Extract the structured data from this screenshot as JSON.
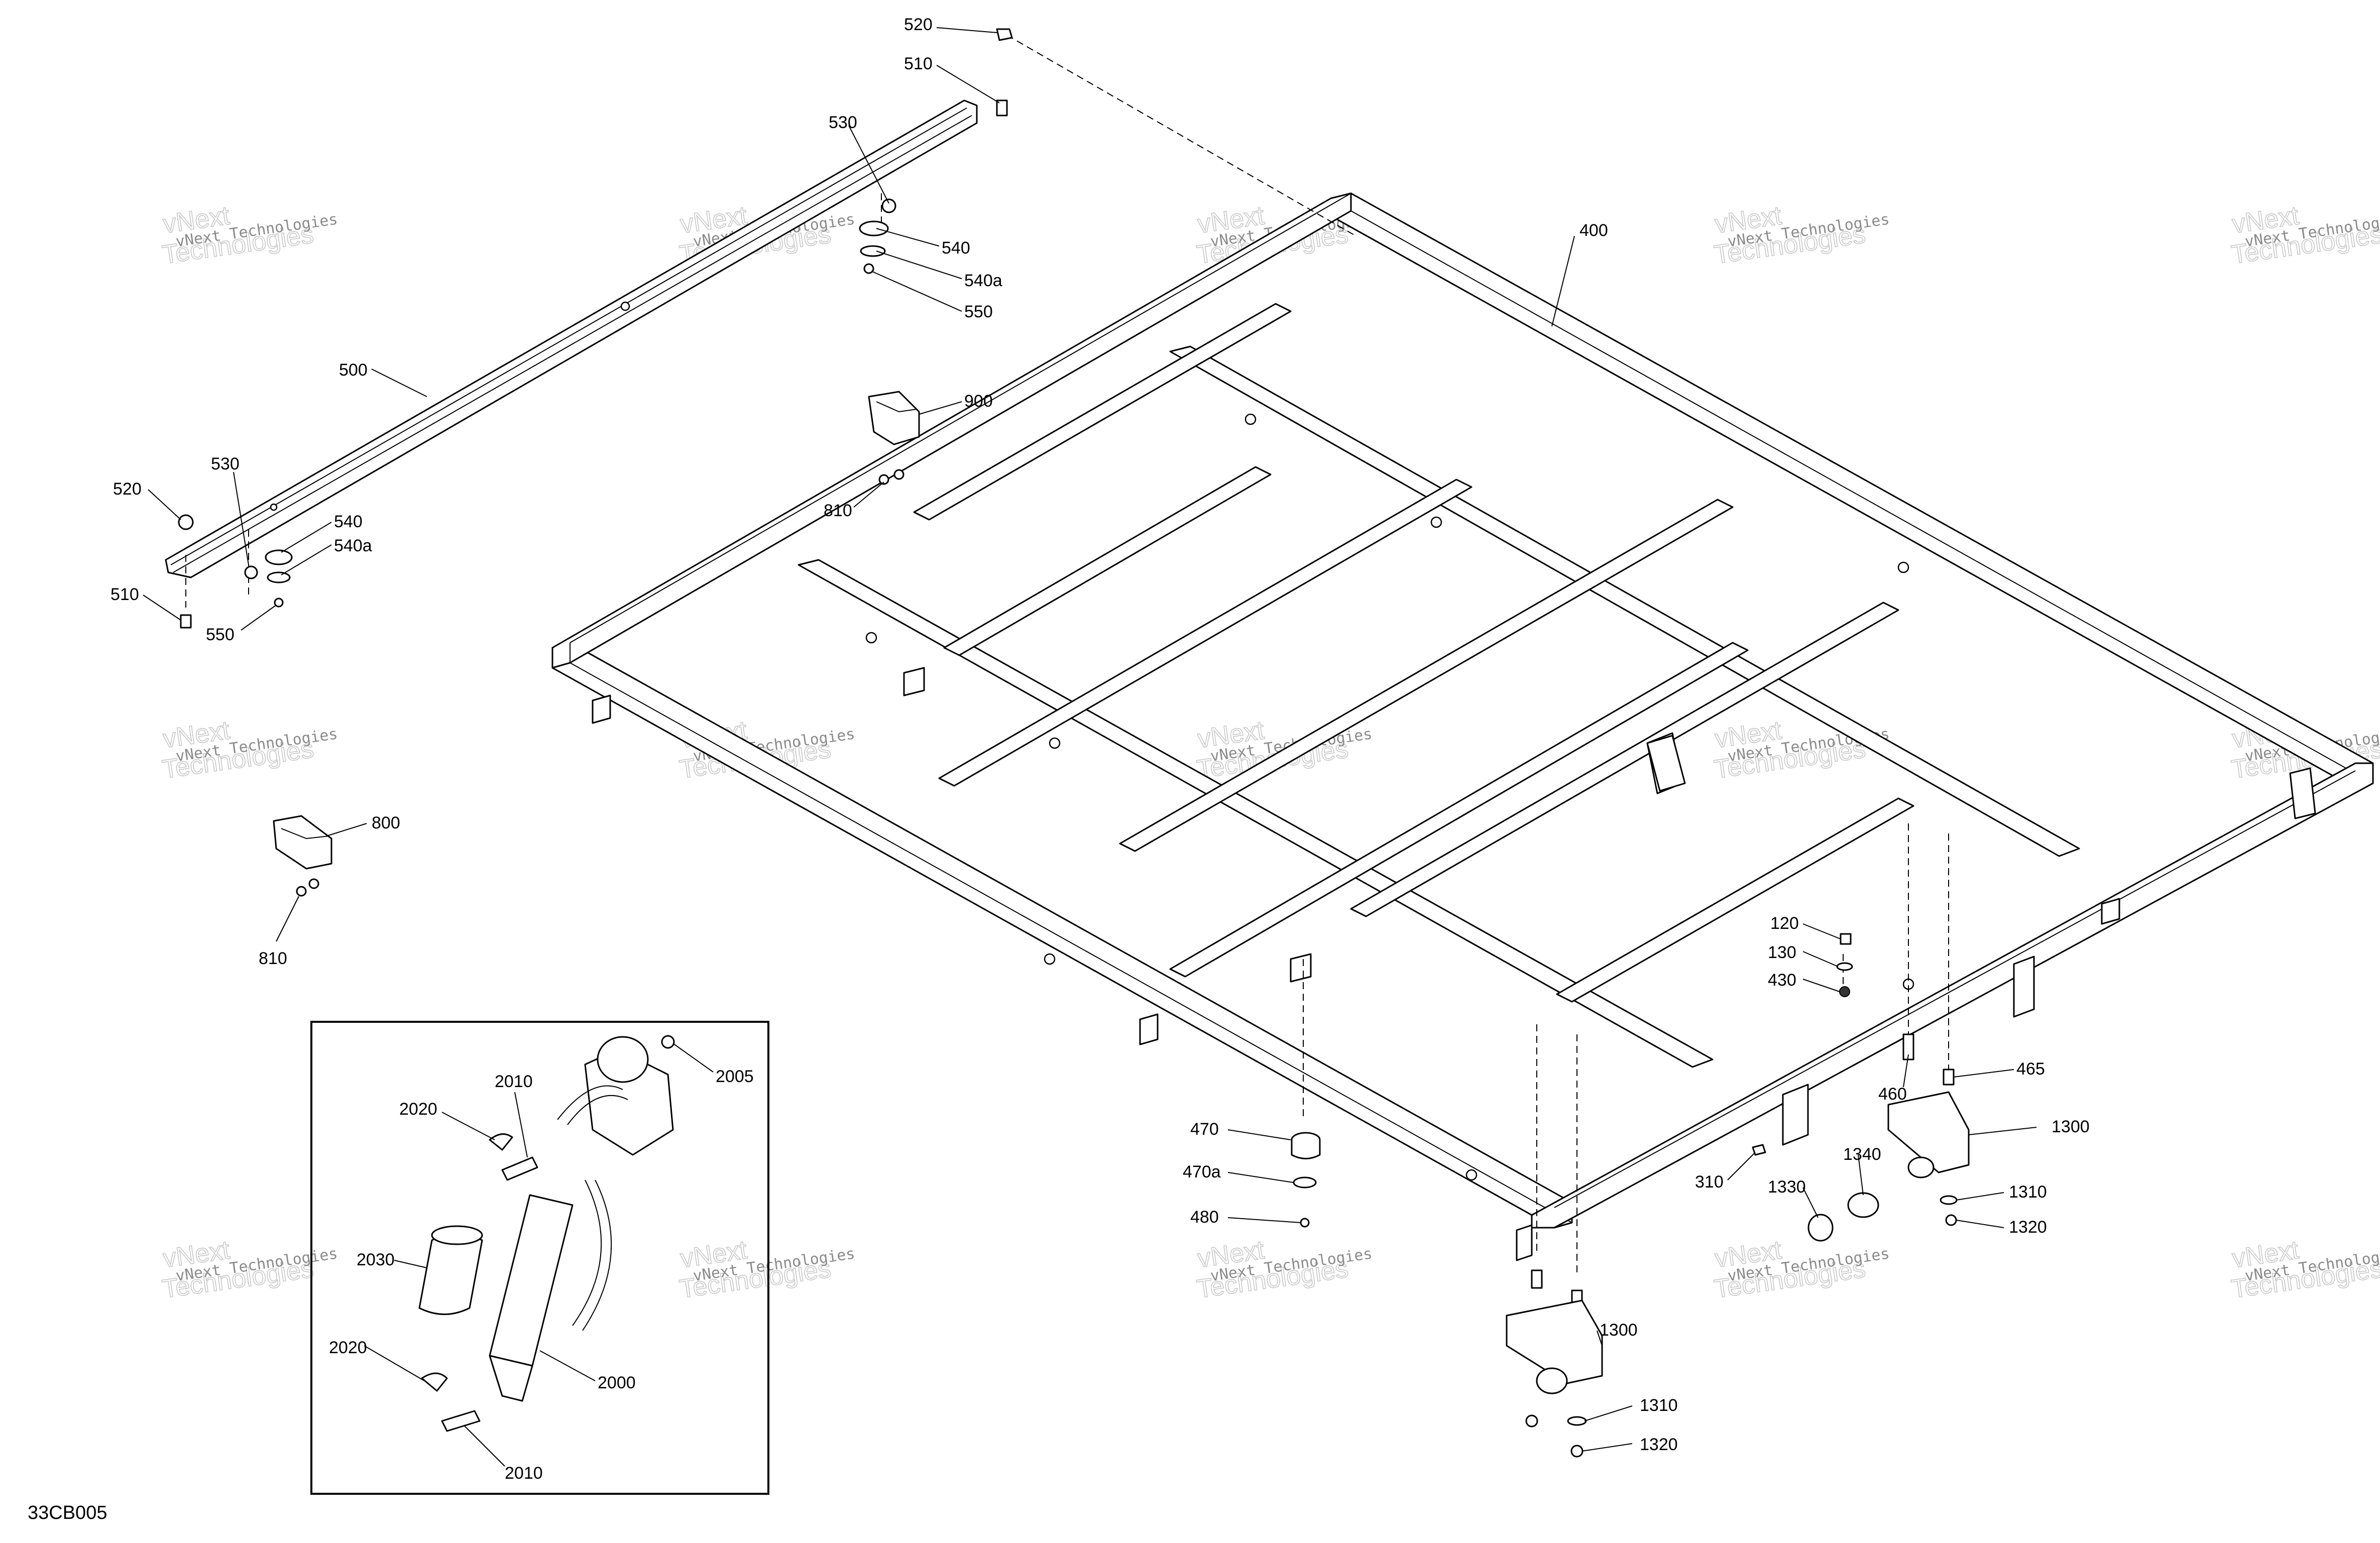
{
  "diagram_code": "33CB005",
  "watermark": {
    "line1": "vNext Technologies",
    "line2_a": "vNext",
    "line2_b": "Technologies"
  },
  "labels": {
    "p520_top": "520",
    "p510_top": "510",
    "p530_top": "530",
    "p540_top": "540",
    "p540a_top": "540a",
    "p550_top": "550",
    "p500": "500",
    "p400": "400",
    "p900": "900",
    "p810_top": "810",
    "p520_left": "520",
    "p530_left": "530",
    "p540_left": "540",
    "p540a_left": "540a",
    "p510_left": "510",
    "p550_left": "550",
    "p800": "800",
    "p810_left": "810",
    "p120": "120",
    "p130": "130",
    "p430": "430",
    "p465": "465",
    "p460": "460",
    "p1300_right": "1300",
    "p1340": "1340",
    "p1330": "1330",
    "p1310_right": "1310",
    "p1320_right": "1320",
    "p310": "310",
    "p470": "470",
    "p470a": "470a",
    "p480": "480",
    "p1300_bottom": "1300",
    "p1310_bottom": "1310",
    "p1320_bottom": "1320",
    "p2005": "2005",
    "p2010_top": "2010",
    "p2020_top": "2020",
    "p2030": "2030",
    "p2020_bottom": "2020",
    "p2000": "2000",
    "p2010_bottom": "2010"
  }
}
